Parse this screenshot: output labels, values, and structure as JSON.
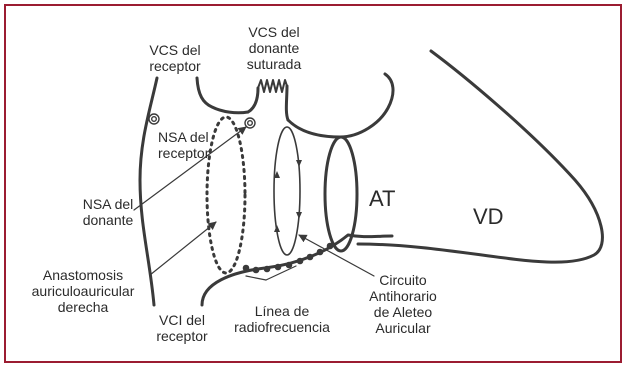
{
  "colors": {
    "frame": "#9b1c31",
    "line": "#3a3a3a"
  },
  "labels": {
    "vcs_receptor_1": "VCS del",
    "vcs_receptor_2": "receptor",
    "vcs_donante_1": "VCS del",
    "vcs_donante_2": "donante",
    "vcs_donante_3": "suturada",
    "nsa_receptor_1": "NSA del",
    "nsa_receptor_2": "receptor",
    "nsa_donante_1": "NSA del",
    "nsa_donante_2": "donante",
    "anastomosis_1": "Anastomosis",
    "anastomosis_2": "auriculoauricular",
    "anastomosis_3": "derecha",
    "vci_1": "VCI del",
    "vci_2": "receptor",
    "linea_1": "Línea de",
    "linea_2": "radiofrecuencia",
    "circuito_1": "Circuito",
    "circuito_2": "Antihorario",
    "circuito_3": "de Aleteo",
    "circuito_4": "Auricular",
    "at": "AT",
    "vd": "VD"
  }
}
